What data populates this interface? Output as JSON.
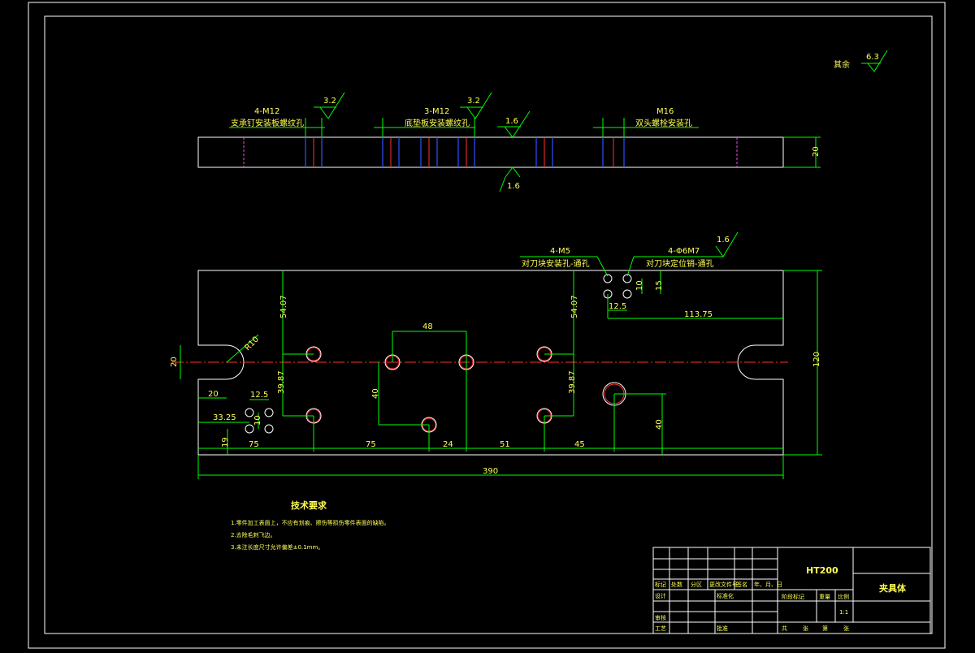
{
  "drawing": {
    "roughness_other_label": "其余",
    "roughness_other_value": "6.3",
    "top_view": {
      "callout_1_qty": "4-M12",
      "callout_1_desc": "支承钉安装板螺纹孔",
      "callout_1_ra": "3.2",
      "callout_2_qty": "3-M12",
      "callout_2_desc": "底垫板安装螺纹孔",
      "callout_2_ra": "3.2",
      "callout_3_ra": "1.6",
      "callout_4_qty": "M16",
      "callout_4_desc": "双头螺栓安装孔",
      "thickness": "20",
      "bottom_ra": "1.6"
    },
    "plan_view": {
      "callout_m5_qty": "4-M5",
      "callout_m5_desc": "对刀块安装孔-通孔",
      "callout_pin_qty": "4-Φ6M7",
      "callout_pin_desc": "对刀块定位销-通孔",
      "callout_pin_ra": "1.6",
      "dims": {
        "d_54_07_left": "54.07",
        "d_54_07_right": "54.07",
        "d_48": "48",
        "d_40_left": "40",
        "d_39_87_left": "39.87",
        "d_39_87_right": "39.87",
        "d_10": "10",
        "d_15": "15",
        "d_12_5_top": "12.5",
        "d_113_75": "113.75",
        "d_r10": "R10",
        "d_20_slot": "20",
        "d_20_depth": "20",
        "d_12_5_small": "12.5",
        "d_10_small": "10",
        "d_33_25": "33.25",
        "d_19": "19",
        "d_75_a": "75",
        "d_75_b": "75",
        "d_24": "24",
        "d_51": "51",
        "d_45": "45",
        "d_40_right": "40",
        "d_120": "120",
        "d_390": "390"
      }
    },
    "tech_req": {
      "heading": "技术要求",
      "items": [
        "1.零件加工表面上，不应有划痕、擦伤等损伤零件表面的缺陷。",
        "2.去除毛刺飞边。",
        "3.未注长度尺寸允许偏差±0.1mm。"
      ]
    },
    "title_block": {
      "material": "HT200",
      "part_name": "夹具体",
      "row_labels": [
        "标记",
        "处数",
        "分区",
        "更改文件号",
        "签名",
        "年、月、日"
      ],
      "design": "设计",
      "standardization": "标准化",
      "review": "审核",
      "process": "工艺",
      "approve": "批准",
      "stage_mark": "阶段标记",
      "weight": "重量",
      "scale_label": "比例",
      "scale_value": "1:1",
      "sheets": [
        "共",
        "张",
        "第",
        "张"
      ]
    }
  }
}
